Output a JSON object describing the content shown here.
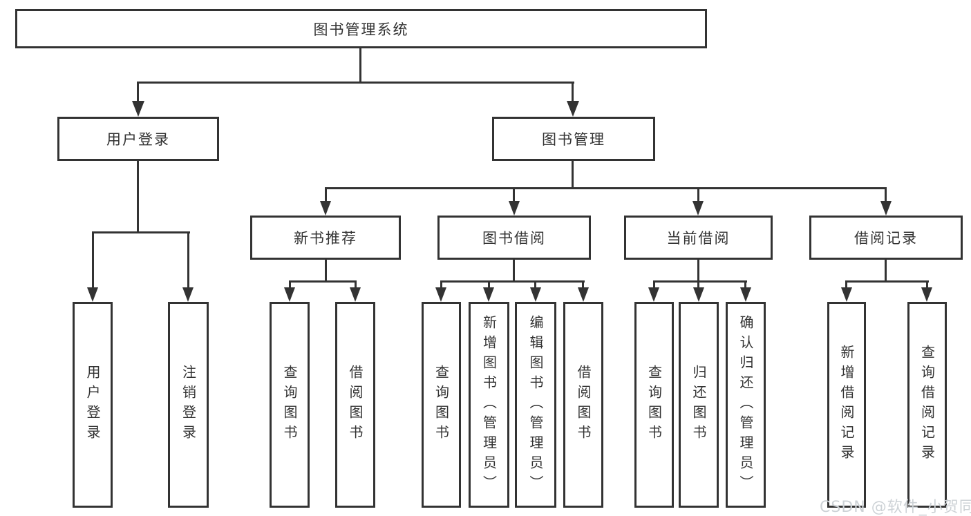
{
  "diagram": {
    "root": {
      "label": "图书管理系统"
    },
    "user_login": {
      "label": "用户登录",
      "children": [
        "用户登录",
        "注销登录"
      ]
    },
    "book_management": {
      "label": "图书管理",
      "sections": [
        {
          "label": "新书推荐",
          "children": [
            "查询图书",
            "借阅图书"
          ]
        },
        {
          "label": "图书借阅",
          "children": [
            "查询图书",
            "新增图书（管理员）",
            "编辑图书（管理员）",
            "借阅图书"
          ]
        },
        {
          "label": "当前借阅",
          "children": [
            "查询图书",
            "归还图书",
            "确认归还（管理员）"
          ]
        },
        {
          "label": "借阅记录",
          "children": [
            "新增借阅记录",
            "查询借阅记录"
          ]
        }
      ]
    }
  },
  "watermark": "CSDN @软件_小贺同学",
  "colors": {
    "line": "#333333",
    "box_background": "#ffffff",
    "page_background": "#ffffff",
    "watermark_text": "#cdd2d6"
  }
}
